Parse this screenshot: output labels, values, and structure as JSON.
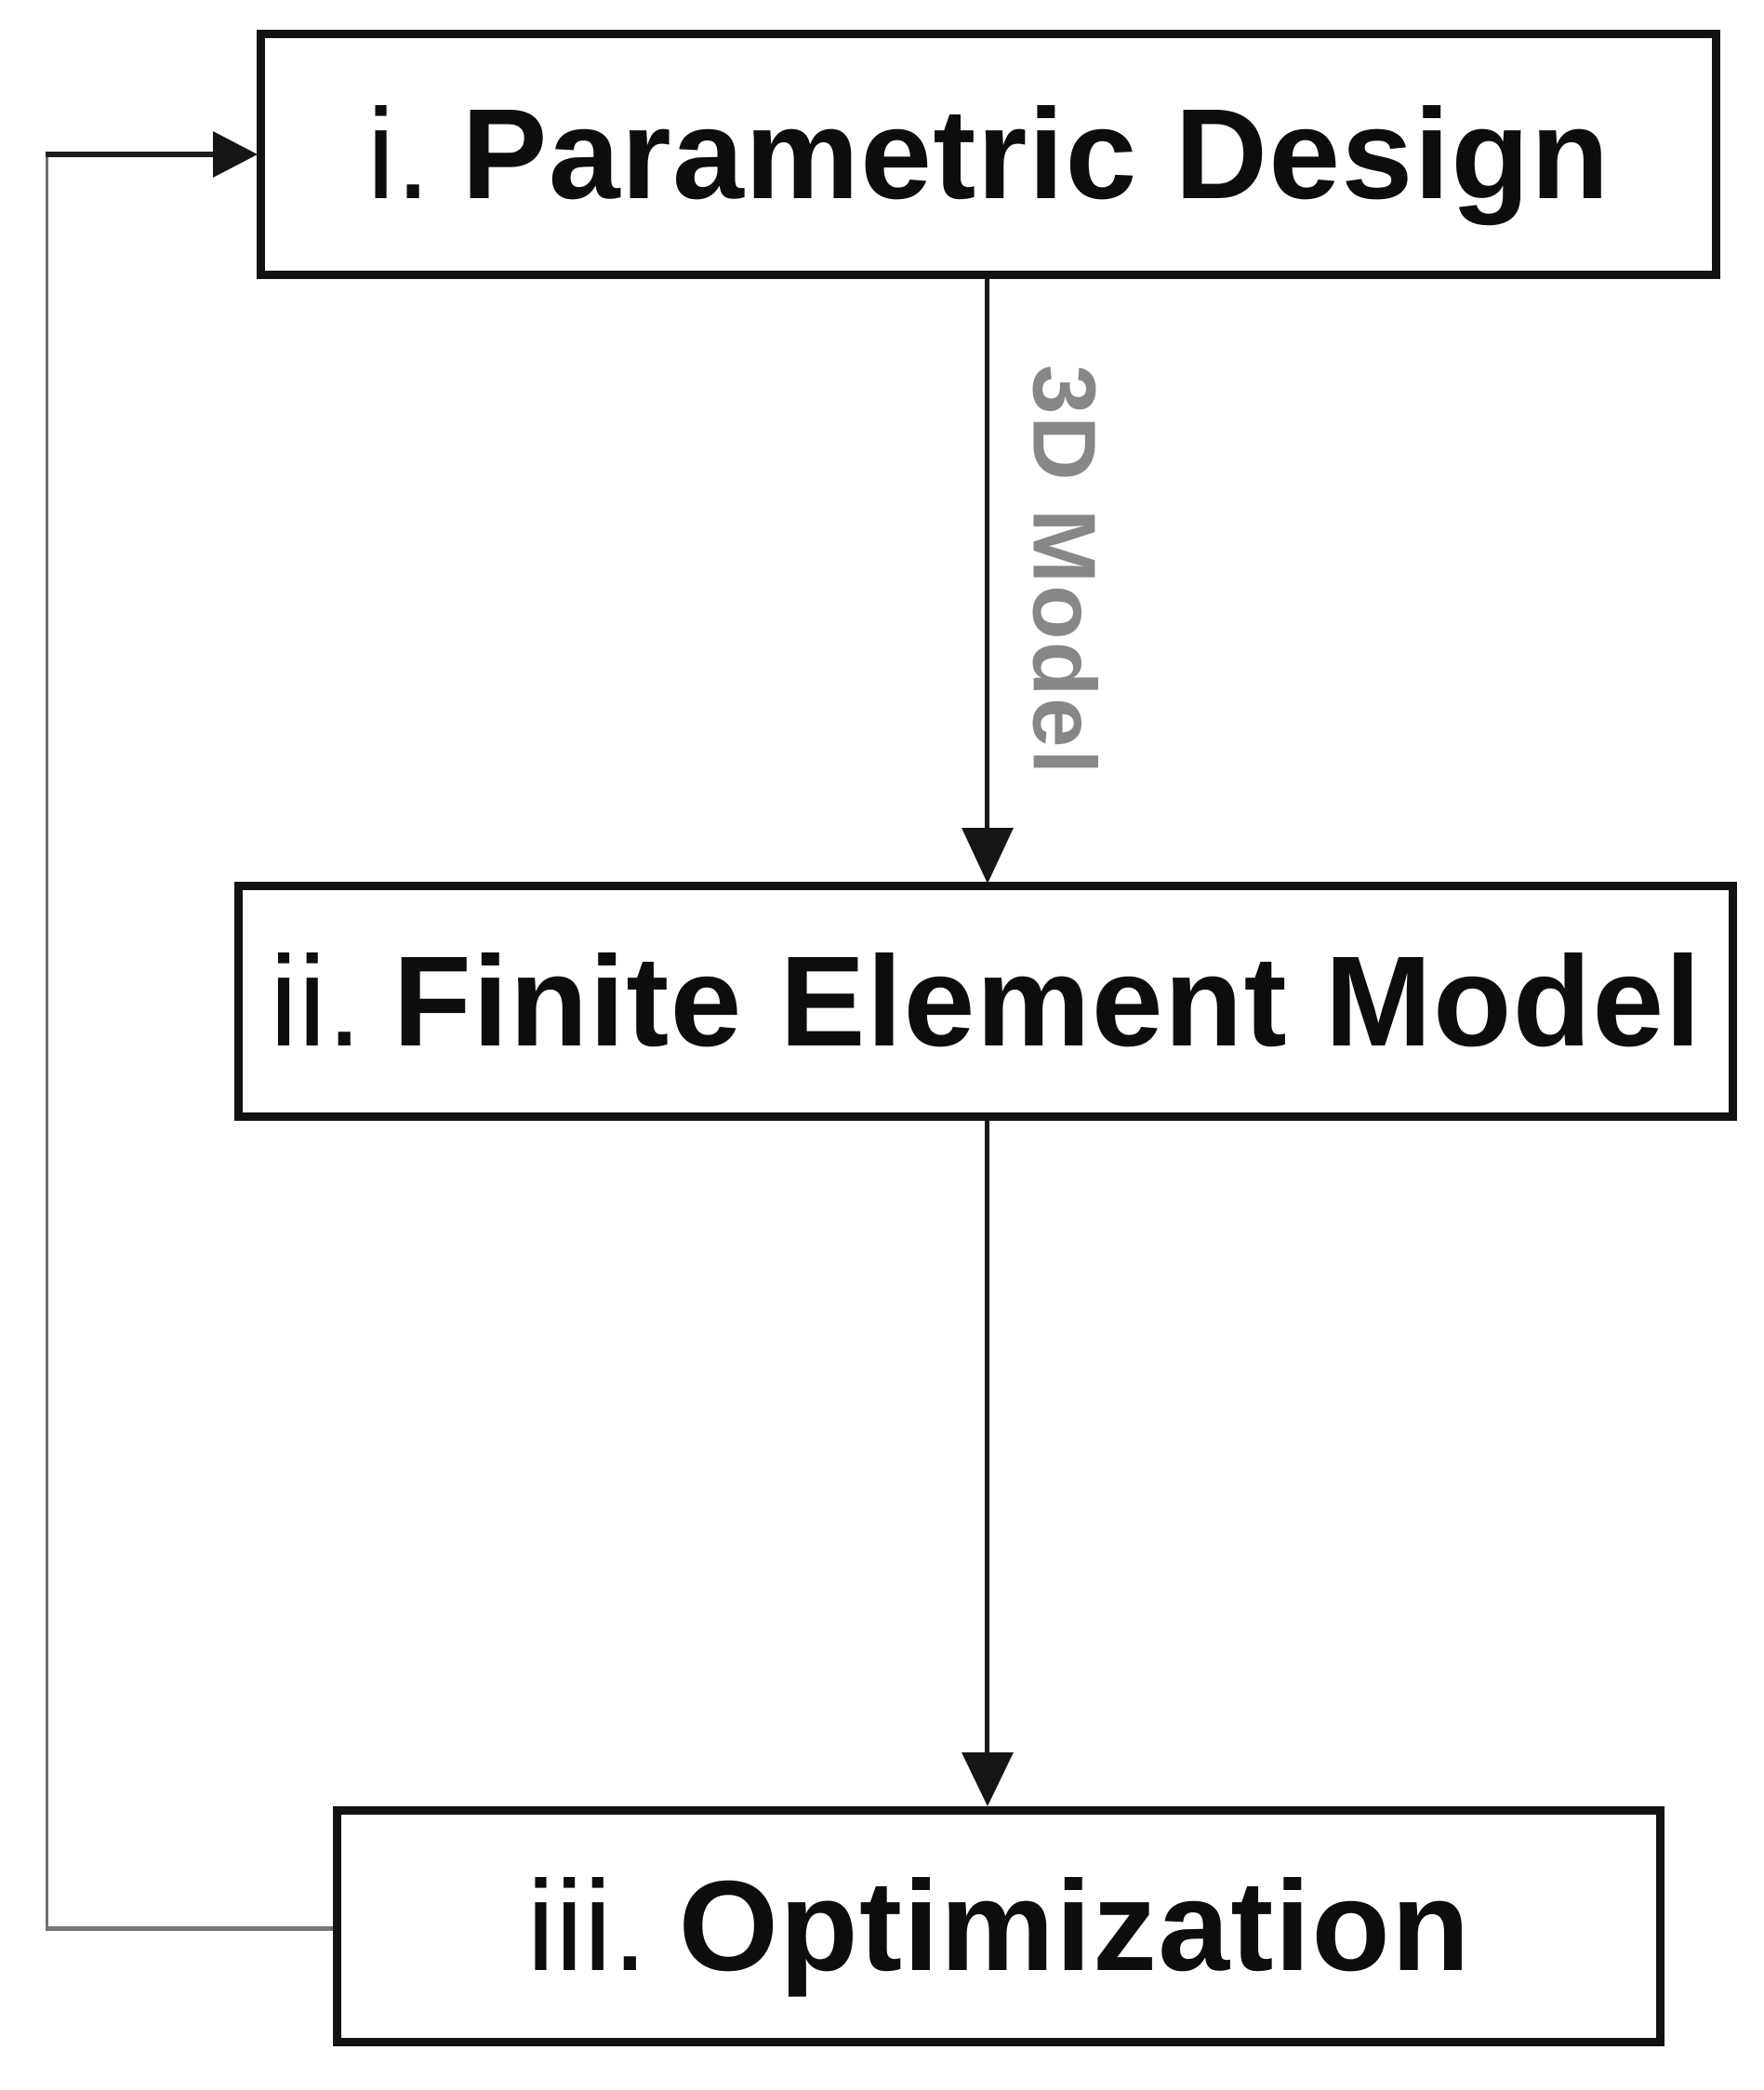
{
  "diagram": {
    "background": "#ffffff",
    "nodes": [
      {
        "id": "parametric-design",
        "prefix": "i.",
        "label": "Parametric Design"
      },
      {
        "id": "finite-element-model",
        "prefix": "ii.",
        "label": "Finite Element Model"
      },
      {
        "id": "optimization",
        "prefix": "iii.",
        "label": "Optimization"
      }
    ],
    "edges": [
      {
        "from": "parametric-design",
        "to": "finite-element-model",
        "label": "3D Model"
      },
      {
        "from": "finite-element-model",
        "to": "optimization",
        "label": ""
      },
      {
        "from": "optimization",
        "to": "parametric-design",
        "label": ""
      }
    ],
    "colors": {
      "box_border": "#121212",
      "box_fill": "#ffffff",
      "text": "#0d0d0d",
      "connector": "#1a1a1a",
      "feedback_line": "#707070",
      "edge_label": "#878787"
    }
  }
}
